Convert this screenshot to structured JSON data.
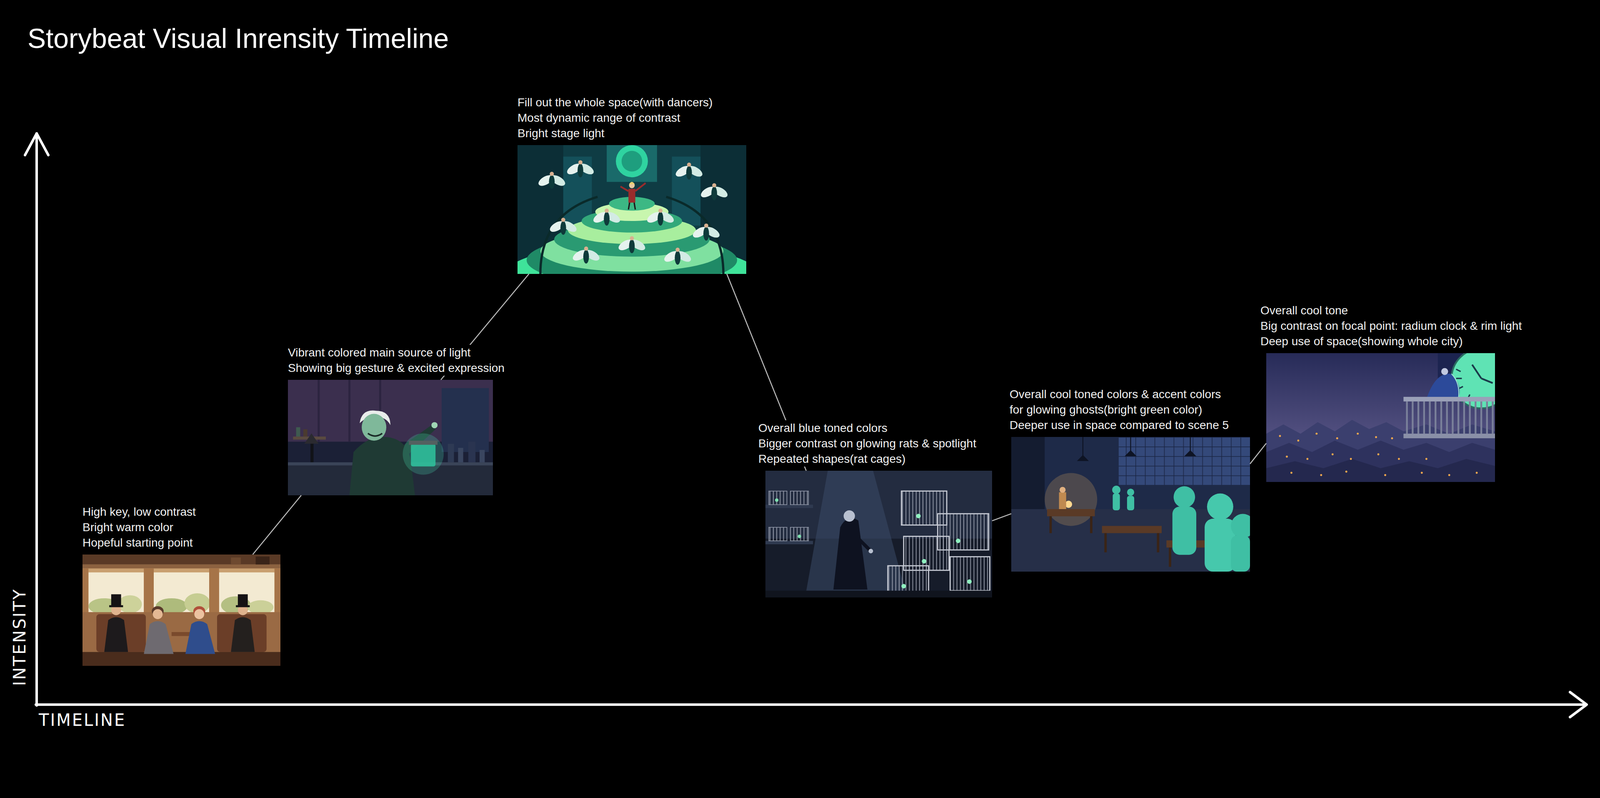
{
  "diagram": {
    "title": "Storybeat Visual Inrensity Timeline",
    "nodes": [
      {
        "text": [
          "High key, low contrast",
          "Bright warm color",
          "Hopeful starting point"
        ]
      },
      {
        "text": [
          "Vibrant colored main source of light",
          "Showing big gesture & excited expression"
        ]
      },
      {
        "text": [
          "Fill out the whole space(with dancers)",
          "Most dynamic range of contrast",
          "Bright stage light"
        ]
      },
      {
        "text": [
          "Overall blue toned colors",
          "Bigger contrast on glowing rats & spotlight",
          "Repeated shapes(rat cages)"
        ]
      },
      {
        "text": [
          "Overall cool toned colors & accent colors for glowing ghosts(bright green color)",
          "Deeper use in space compared to scene 5"
        ]
      },
      {
        "text": [
          "Overall cool tone",
          "Big contrast on focal point: radium clock & rim light",
          "Deep use of space(showing whole city)"
        ]
      }
    ],
    "edges": [
      {
        "from": 0,
        "to": 1,
        "arrow": "none"
      },
      {
        "from": 1,
        "to": 2,
        "arrow": "none"
      },
      {
        "from": 2,
        "to": 3,
        "arrow": "none"
      },
      {
        "from": 3,
        "to": 4,
        "arrow": "none"
      },
      {
        "from": 4,
        "to": 5,
        "arrow": "none"
      }
    ],
    "labels": [
      "INTENSITY",
      "TIMELINE"
    ]
  }
}
